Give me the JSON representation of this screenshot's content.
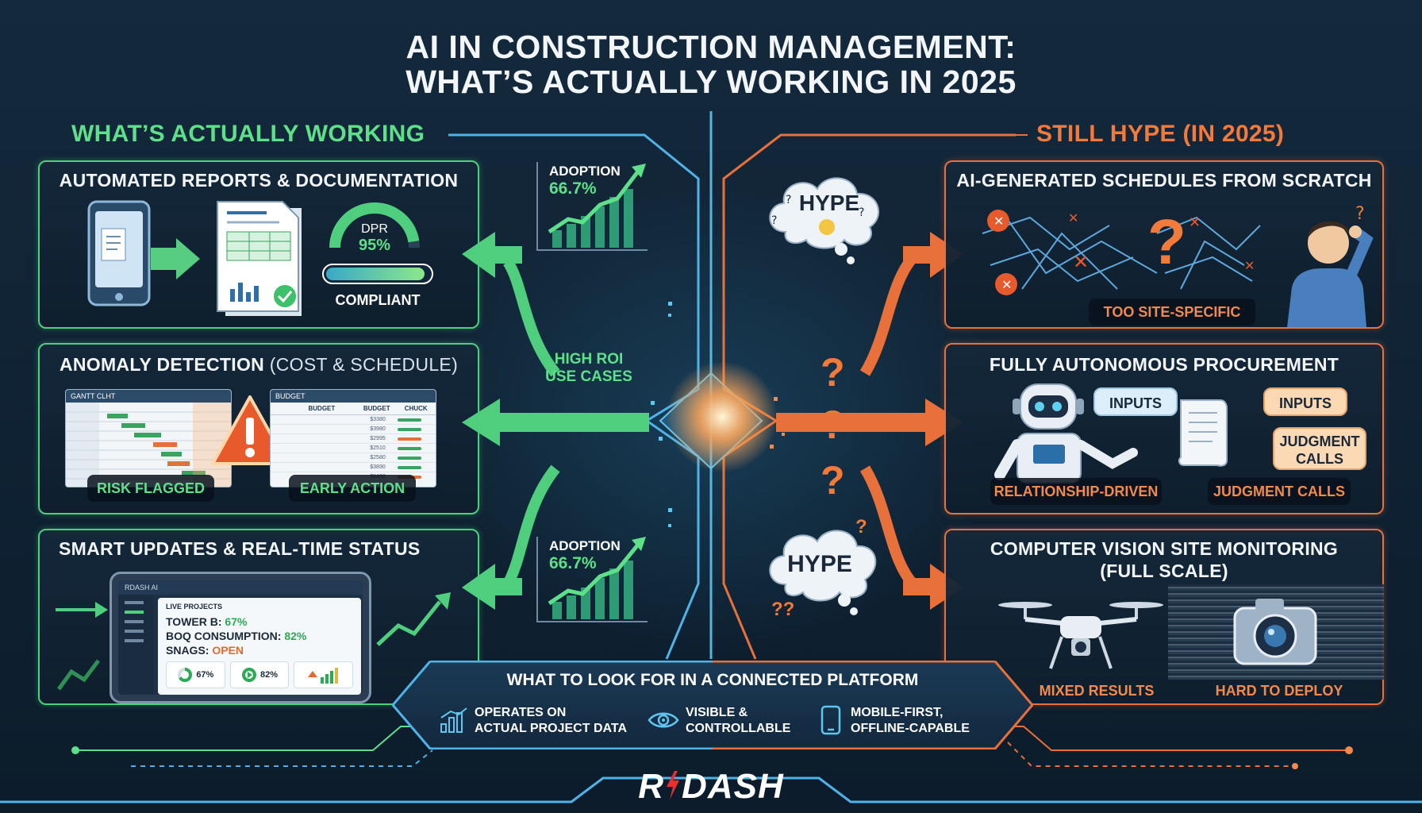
{
  "title_line1": "AI IN CONSTRUCTION MANAGEMENT:",
  "title_line2": "WHAT’S ACTUALLY WORKING IN 2025",
  "left_heading": "WHAT’S ACTUALLY WORKING",
  "right_heading": "STILL HYPE (IN 2025)",
  "colors": {
    "green": "#5ee08a",
    "orange": "#f47a3c",
    "blue": "#4fb3e8",
    "bg": "#12273a"
  },
  "working": {
    "reports": {
      "title": "AUTOMATED REPORTS & DOCUMENTATION",
      "gauge_label": "DPR",
      "gauge_value": "95%",
      "gauge_fill": 0.95,
      "status": "COMPLIANT",
      "icons": [
        "phone-document-icon",
        "report-document-icon",
        "check-circle-icon"
      ]
    },
    "anomaly": {
      "title_bold": "ANOMALY DETECTION",
      "title_rest": "(COST & SCHEDULE)",
      "gantt_title": "GANTT CLHT",
      "budget_title": "BUDGET",
      "budget_columns": [
        "BUDGET",
        "BUDGET",
        "CHUCK"
      ],
      "budget_values": [
        "$3380",
        "$3980",
        "$2995",
        "$2510",
        "$2580",
        "$3890",
        "$8490"
      ],
      "left_pill": "RISK FLAGGED",
      "right_pill": "EARLY ACTION",
      "icons": [
        "warning-triangle-icon"
      ]
    },
    "updates": {
      "title": "SMART UPDATES & REAL-TIME STATUS",
      "app_name": "RDASH AI",
      "panel_title": "LIVE PROJECTS",
      "tower_label": "TOWER B:",
      "tower_value": "67%",
      "boq_label": "BOQ CONSUMPTION:",
      "boq_value": "82%",
      "snags_label": "SNAGS:",
      "snags_value": "OPEN",
      "tile1": "67%",
      "tile2": "82%",
      "icons": [
        "donut-chart-icon",
        "gauge-icon",
        "bar-chart-icon"
      ]
    },
    "adoption_top": {
      "label": "ADOPTION",
      "value": "66.7%"
    },
    "adoption_bottom": {
      "label": "ADOPTION",
      "value": "66.7%"
    },
    "center_label_1": "HIGH ROI",
    "center_label_2": "USE CASES"
  },
  "hype": {
    "bubble_top": "HYPE",
    "bubble_bottom": "HYPE",
    "schedules": {
      "title": "AI-GENERATED SCHEDULES FROM SCRATCH",
      "pill": "TOO SITE-SPECIFIC",
      "icons": [
        "tangled-network-icon",
        "question-mark-icon",
        "confused-person-icon"
      ]
    },
    "procurement": {
      "title": "FULLY AUTONOMOUS PROCUREMENT",
      "bubble1": "INPUTS",
      "bubble2": "INPUTS",
      "bubble3_line1": "JUDGMENT",
      "bubble3_line2": "CALLS",
      "left_pill": "RELATIONSHIP-DRIVEN",
      "right_pill": "JUDGMENT CALLS",
      "icons": [
        "robot-icon",
        "document-scroll-icon"
      ]
    },
    "vision": {
      "title_line1": "COMPUTER VISION SITE MONITORING",
      "title_line2": "(FULL SCALE)",
      "left_note": "MIXED RESULTS",
      "right_note": "HARD TO DEPLOY",
      "icons": [
        "drone-icon",
        "camera-icon"
      ]
    }
  },
  "platform": {
    "title": "WHAT TO LOOK FOR IN A CONNECTED PLATFORM",
    "item1_line1": "OPERATES ON",
    "item1_line2": "ACTUAL PROJECT DATA",
    "item2_line1": "VISIBLE &",
    "item2_line2": "CONTROLLABLE",
    "item3_line1": "MOBILE-FIRST,",
    "item3_line2": "OFFLINE-CAPABLE",
    "icons": [
      "bar-chart-icon",
      "eye-icon",
      "mobile-phone-icon"
    ]
  },
  "brand": {
    "left": "R",
    "right": "DASH",
    "logo_icon": "lightning-bolt-icon"
  }
}
